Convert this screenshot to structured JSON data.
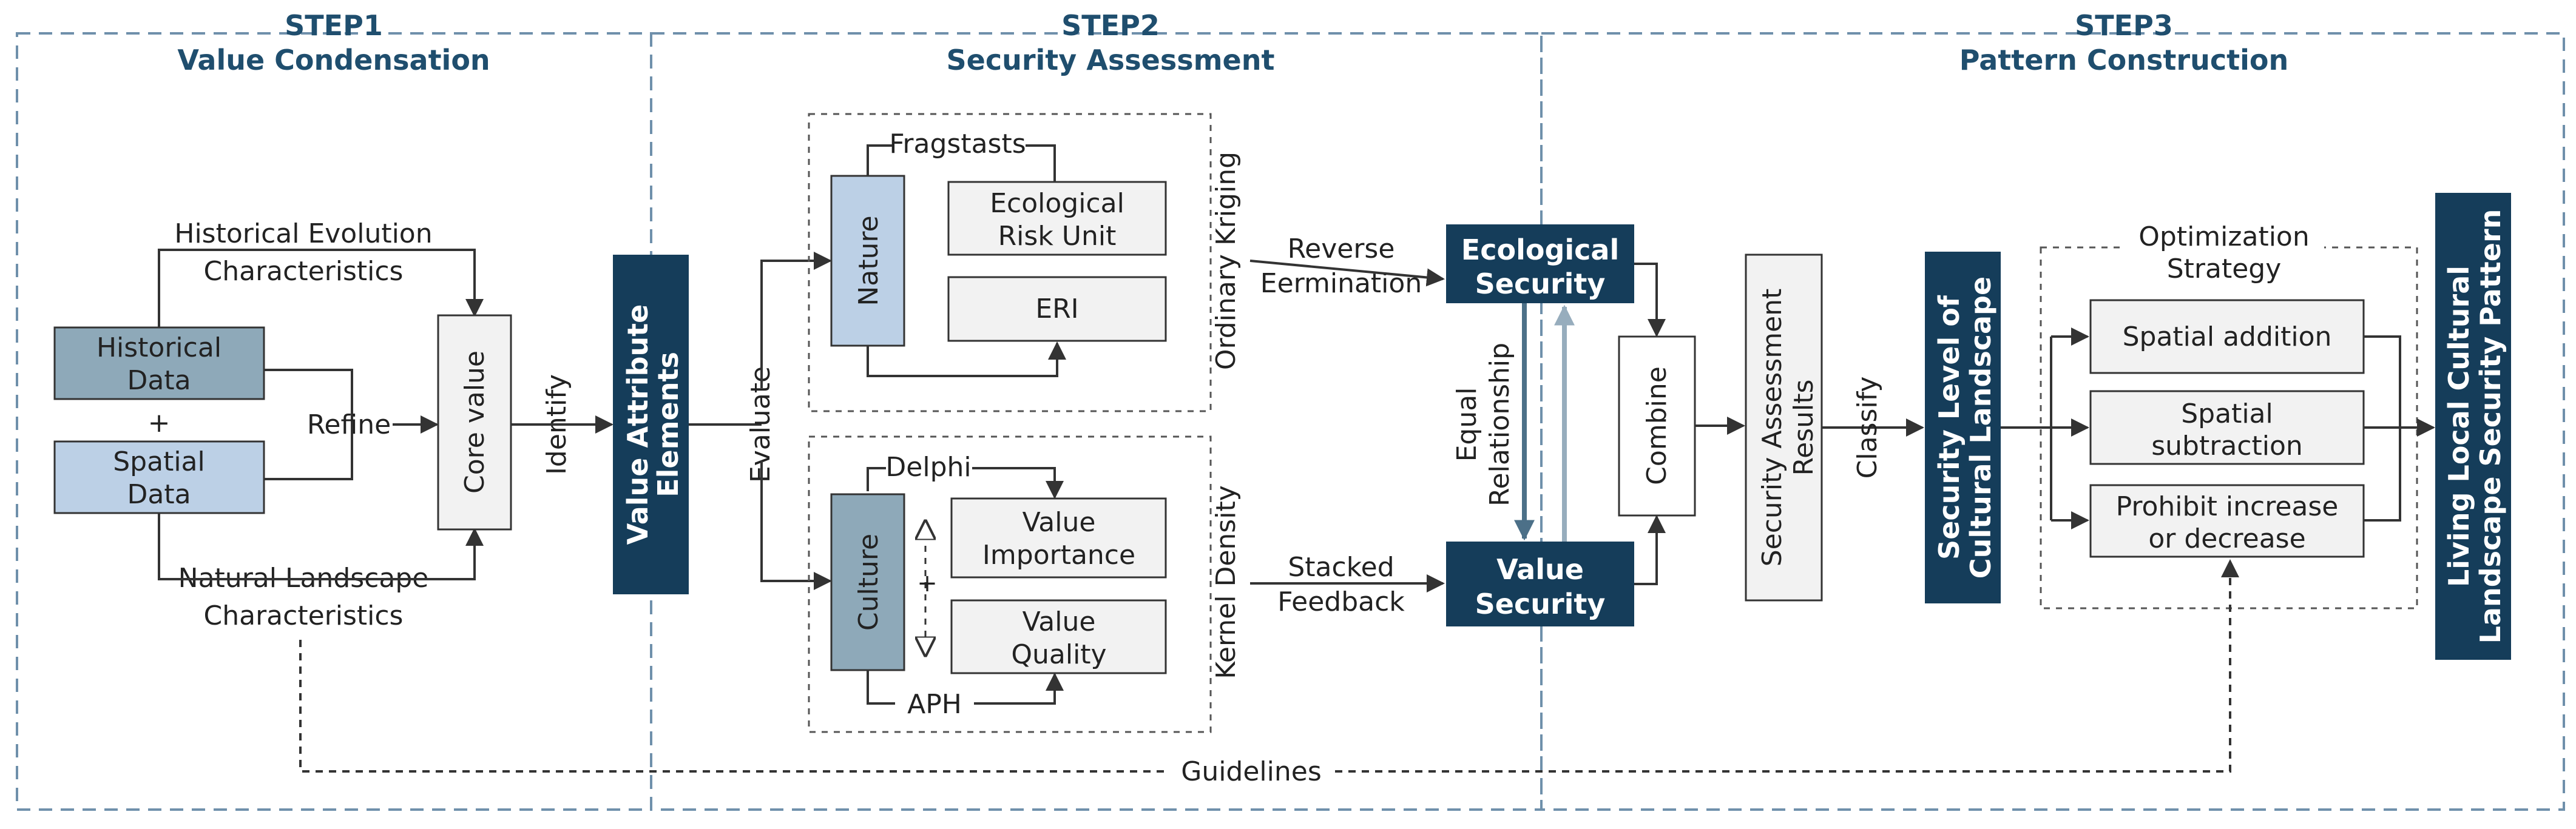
{
  "steps": [
    {
      "label": "STEP1",
      "name": "Value Condensation"
    },
    {
      "label": "STEP2",
      "name": "Security Assessment"
    },
    {
      "label": "STEP3",
      "name": "Pattern Construction"
    }
  ],
  "step1": {
    "historical_evolution": [
      "Historical Evolution",
      "Characteristics"
    ],
    "historical_data": [
      "Historical",
      "Data"
    ],
    "plus": "+",
    "spatial_data": [
      "Spatial",
      "Data"
    ],
    "refine": "Refine",
    "natural_landscape": [
      "Natural Landscape",
      "Characteristics"
    ],
    "core_value": "Core value",
    "identify": "Identify",
    "value_attribute": [
      "Value Attribute",
      "Elements"
    ]
  },
  "step2": {
    "evaluate": "Evaluate",
    "fragstats": "Fragstasts",
    "nature": "Nature",
    "eco_risk_unit": [
      "Ecological",
      "Risk Unit"
    ],
    "eri": "ERI",
    "ordinary_kriging": "Ordinary Kriging",
    "delphi": "Delphi",
    "culture": "Culture",
    "value_importance": [
      "Value",
      "Importance"
    ],
    "value_quality": [
      "Value",
      "Quality"
    ],
    "plus": "+",
    "aph": "APH",
    "kernel_density": "Kernel Density",
    "reverse": [
      "Reverse",
      "Eermination"
    ],
    "stacked": [
      "Stacked",
      "Feedback"
    ]
  },
  "step3": {
    "ecological_security": [
      "Ecological",
      "Security"
    ],
    "value_security": [
      "Value",
      "Security"
    ],
    "equal_relationship": [
      "Equal",
      "Relationship"
    ],
    "combine": "Combine",
    "results": [
      "Security Assessment",
      "Results"
    ],
    "classify": "Classify",
    "security_level": [
      "Security Level of",
      "Cultural Landscape"
    ],
    "optimization": [
      "Optimization",
      "Strategy"
    ],
    "spatial_addition": "Spatial addition",
    "spatial_subtraction": [
      "Spatial",
      "subtraction"
    ],
    "prohibit": [
      "Prohibit increase",
      "or decrease"
    ],
    "living_pattern": [
      "Living Local Cultural",
      "Landscape Security Pattern"
    ],
    "guidelines": "Guidelines"
  },
  "colors": {
    "dark_navy": "#153d5a",
    "steel_blue": "#8ea9b9",
    "light_blue": "#bcd0e6",
    "light_gray": "#f2f2f2",
    "dash_blue": "#6f90ab"
  }
}
